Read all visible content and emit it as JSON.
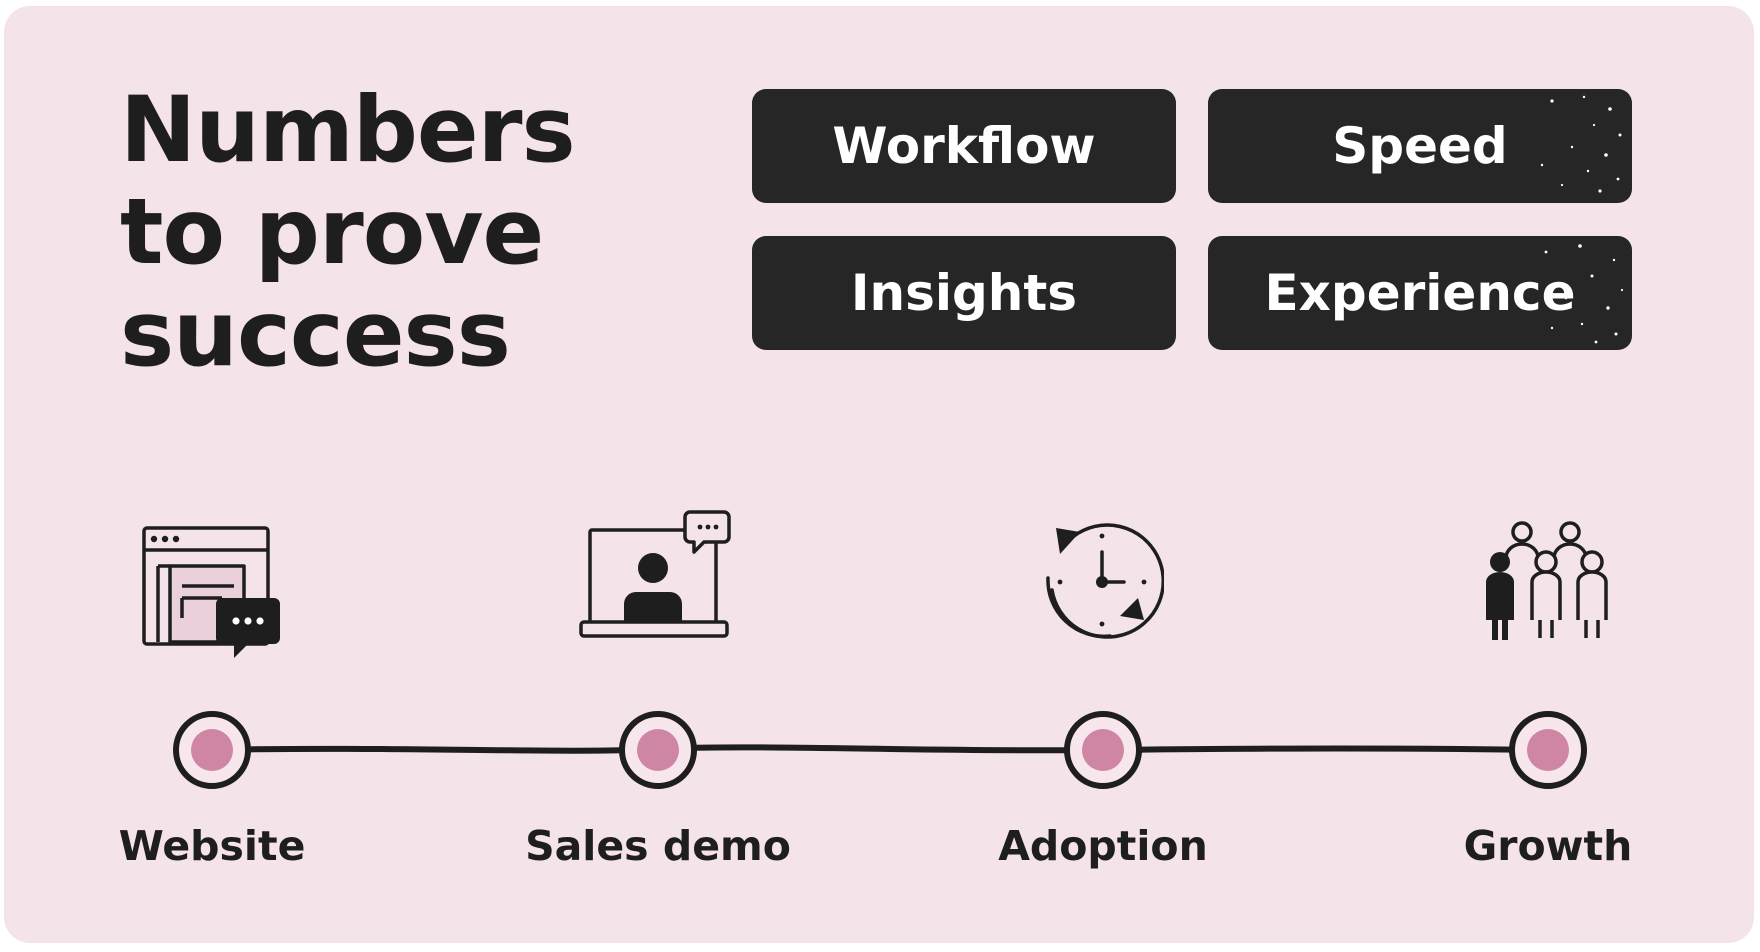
{
  "headline": {
    "line1": "Numbers",
    "line2": "to prove",
    "line3": "success"
  },
  "tags": [
    "Workflow",
    "Speed",
    "Insights",
    "Experience"
  ],
  "stages": [
    {
      "label": "Website",
      "icon": "browser-chat-icon"
    },
    {
      "label": "Sales demo",
      "icon": "video-call-icon"
    },
    {
      "label": "Adoption",
      "icon": "clock-cycle-icon"
    },
    {
      "label": "Growth",
      "icon": "people-group-icon"
    }
  ],
  "colors": {
    "background": "#f4e3e9",
    "ink": "#1e1e1e",
    "tag_fill": "#262626",
    "node_fill": "#cf86a4"
  }
}
